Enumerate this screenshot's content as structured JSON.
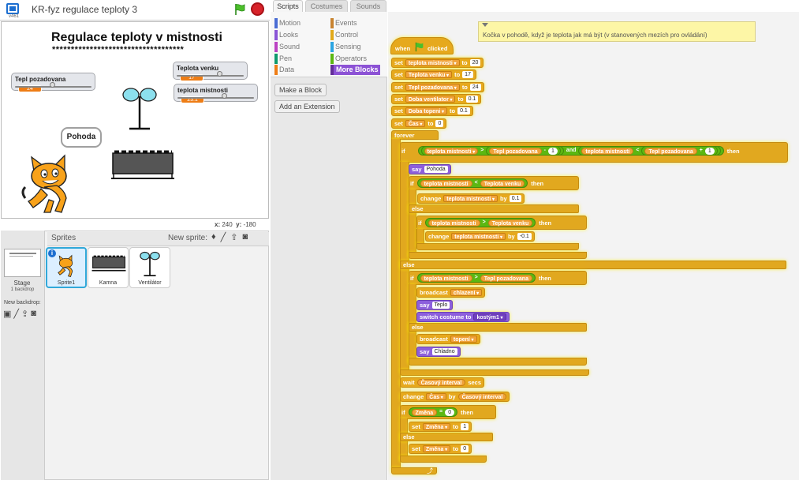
{
  "app": {
    "version": "v461",
    "project_title": "KR-fyz regulace teploty 3",
    "tabs": [
      "Scripts",
      "Costumes",
      "Sounds"
    ]
  },
  "stage": {
    "title": "Regulace teploty v mistnosti",
    "stars": "***********************************",
    "monitors": [
      {
        "label": "Tepl pozadovana",
        "value": "24",
        "slider_fraction": 0.45
      },
      {
        "label": "Teplota venku",
        "value": "17",
        "slider_fraction": 0.65
      },
      {
        "label": "teplota mistnosti",
        "value": "23.1",
        "slider_fraction": 0.62
      }
    ],
    "speech": "Pohoda",
    "coords": {
      "x_label": "x:",
      "x": "240",
      "y_label": "y:",
      "y": "-180"
    }
  },
  "sprites_pane": {
    "header": "Sprites",
    "new_sprite": "New sprite:",
    "stage_label": "Stage",
    "stage_backdrops": "1 backdrop",
    "new_backdrop": "New backdrop:",
    "sprites": [
      {
        "name": "Sprite1",
        "selected": true
      },
      {
        "name": "Kamna",
        "selected": false
      },
      {
        "name": "Ventilátor",
        "selected": false
      }
    ]
  },
  "palette": {
    "categories_left": [
      {
        "label": "Motion",
        "color": "#4a6cd4"
      },
      {
        "label": "Looks",
        "color": "#8a55d7"
      },
      {
        "label": "Sound",
        "color": "#bb42c3"
      },
      {
        "label": "Pen",
        "color": "#0e9a6c"
      },
      {
        "label": "Data",
        "color": "#ee7d16"
      }
    ],
    "categories_right": [
      {
        "label": "Events",
        "color": "#c88330"
      },
      {
        "label": "Control",
        "color": "#e1a91a"
      },
      {
        "label": "Sensing",
        "color": "#2ca5e2"
      },
      {
        "label": "Operators",
        "color": "#5cb712"
      },
      {
        "label": "More Blocks",
        "color": "#632d99"
      }
    ],
    "make_block": "Make a Block",
    "add_extension": "Add an Extension"
  },
  "comment": "Kočka v pohodě, když je teplota jak má být (v stanovených mezích pro ovládání)",
  "script": {
    "hat": {
      "when": "when",
      "clicked": "clicked"
    },
    "kw": {
      "set": "set",
      "to": "to",
      "forever": "forever",
      "if": "if",
      "then": "then",
      "else": "else",
      "and": "and",
      "say": "say",
      "change": "change",
      "by": "by",
      "broadcast": "broadcast",
      "switch": "switch costume to",
      "wait": "wait",
      "secs": "secs",
      "gt": ">",
      "lt": "<",
      "minus": "-",
      "plus": "+",
      "eq": "="
    },
    "sets": [
      {
        "var": "teplota mistnosti",
        "val": "20"
      },
      {
        "var": "Teplota venku",
        "val": "17"
      },
      {
        "var": "Tepl pozadovana",
        "val": "24"
      },
      {
        "var": "Doba ventilator",
        "val": "0.1"
      },
      {
        "var": "Doba topeni",
        "val": "0.1"
      },
      {
        "var": "Čas",
        "val": "0"
      }
    ],
    "reporters": {
      "tm": "teplota mistnosti",
      "tp": "Tepl pozadovana",
      "tv": "Teplota venku",
      "ci": "Časový interval",
      "zmena": "Změna",
      "cas": "Čas"
    },
    "values": {
      "one": "1",
      "pohoda": "Pohoda",
      "inc": "0.1",
      "dec": "-0.1",
      "chlazeni": "chlazení",
      "teplo": "Teplo",
      "kostym": "kostým1",
      "topeni": "topení",
      "chladno": "Chladno",
      "zero": "0"
    }
  }
}
